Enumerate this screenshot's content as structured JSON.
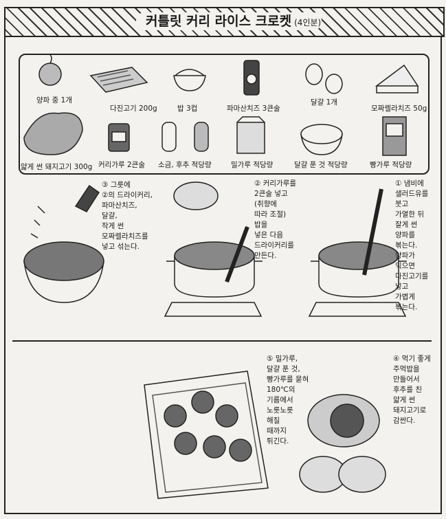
{
  "title": "커틀릿 커리 라이스 크로켓",
  "servings": "(4인분)",
  "ingredients": [
    {
      "label": "양파 중 1개",
      "icon": "onion-icon"
    },
    {
      "label": "다진고기 200g",
      "icon": "minced-meat-tray-icon"
    },
    {
      "label": "밥 3컵",
      "icon": "rice-bowl-icon"
    },
    {
      "label": "파마산치즈 3큰술",
      "icon": "parmesan-can-icon"
    },
    {
      "label": "달걀 1개",
      "icon": "eggs-icon"
    },
    {
      "label": "모짜렐라치즈 50g",
      "icon": "cheese-wedge-icon"
    },
    {
      "label": "얇게 썬 돼지고기 300g",
      "icon": "sliced-pork-icon"
    },
    {
      "label": "커리가루 2큰술",
      "icon": "curry-powder-can-icon"
    },
    {
      "label": "소금, 후추 적당량",
      "icon": "salt-pepper-shakers-icon"
    },
    {
      "label": "밀가루 적당량",
      "icon": "flour-bag-icon"
    },
    {
      "label": "달걀 푼 것 적당량",
      "icon": "beaten-egg-bowl-icon"
    },
    {
      "label": "빵가루 적당량",
      "icon": "breadcrumb-bag-icon"
    }
  ],
  "steps": {
    "s1": "① 냄비에\n샐러드유를\n붓고\n가열한 뒤\n잘게 썬\n양파를\n볶는다.\n양파가\n익으면\n다진고기를\n넣고\n가볍게\n볶는다.",
    "s2": "② 커리가루를\n2큰술 넣고\n(취향에\n따라 조절)\n밥을\n넣은 다음\n드라이커리를\n만든다.",
    "s3": "③ 그릇에\n②의 드라이커리,\n파마산치즈,\n달걀,\n작게 썬\n모짜렐라치즈를\n넣고 섞는다.",
    "s4": "④ 먹기 좋게\n주먹밥을\n만들어서\n후추를 친\n얇게 썬\n돼지고기로\n감싼다.",
    "s5": "⑤ 밀가루,\n달걀 푼 것,\n빵가루를 묻혀\n180℃의\n기름에서\n노릇노릇\n해질\n때까지\n튀긴다."
  },
  "colors": {
    "ink": "#1a1a1a",
    "paper": "#f4f2ee"
  }
}
